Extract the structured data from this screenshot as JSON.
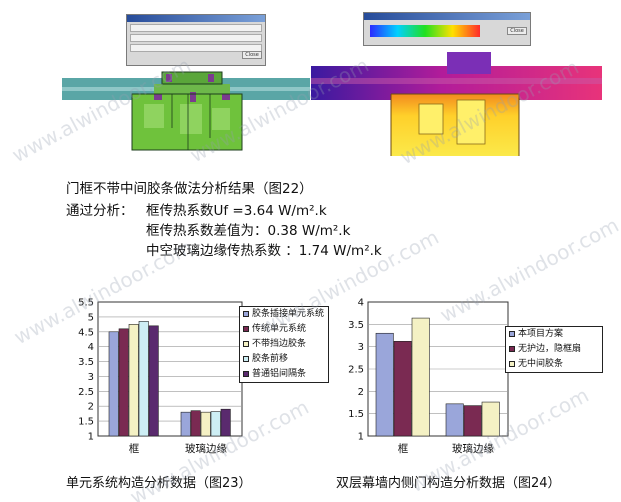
{
  "result_heading": "门框不带中间胶条做法分析结果（图22）",
  "analysis": {
    "lead": "通过分析：",
    "line1": "框传热系数Uf =3.64 W/m².k",
    "line2": "框传热系数差值为：0.38 W/m².k",
    "line3": "中空玻璃边缘传热系数 ：1.74 W/m².k"
  },
  "watermark": "www.alwindoor.com",
  "left_dialog": {
    "close_label": "Close"
  },
  "right_dialog": {
    "close_label": "Close"
  },
  "chart_data": [
    {
      "type": "bar",
      "caption": "单元系统构造分析数据（图23）",
      "categories": [
        "框",
        "玻璃边缘"
      ],
      "ylim": [
        1,
        5.5
      ],
      "yticks": [
        "5.5",
        "5",
        "4.5",
        "4",
        "3.5",
        "3",
        "2.5",
        "2",
        "1.5",
        "1"
      ],
      "series": [
        {
          "name": "胶条插接单元系统",
          "color": "#9aa6da",
          "values": [
            4.5,
            1.8
          ]
        },
        {
          "name": "传统单元系统",
          "color": "#7a2a52",
          "values": [
            4.6,
            1.85
          ]
        },
        {
          "name": "不带挡边胶条",
          "color": "#f4f1c4",
          "values": [
            4.75,
            1.8
          ]
        },
        {
          "name": "胶条前移",
          "color": "#cdeef4",
          "values": [
            4.85,
            1.82
          ]
        },
        {
          "name": "普通铝间隔条",
          "color": "#5a2a6e",
          "values": [
            4.7,
            1.9
          ]
        }
      ]
    },
    {
      "type": "bar",
      "caption": "双层幕墙内侧门构造分析数据（图24）",
      "categories": [
        "框",
        "玻璃边缘"
      ],
      "ylim": [
        1,
        4
      ],
      "yticks": [
        "4",
        "3.5",
        "3",
        "2.5",
        "2",
        "1.5",
        "1"
      ],
      "series": [
        {
          "name": "本项目方案",
          "color": "#9aa6da",
          "values": [
            3.3,
            1.72
          ]
        },
        {
          "name": "无护边，隐框扇",
          "color": "#7a2a52",
          "values": [
            3.12,
            1.68
          ]
        },
        {
          "name": "无中间胶条",
          "color": "#f4f1c4",
          "values": [
            3.64,
            1.76
          ]
        }
      ]
    }
  ]
}
